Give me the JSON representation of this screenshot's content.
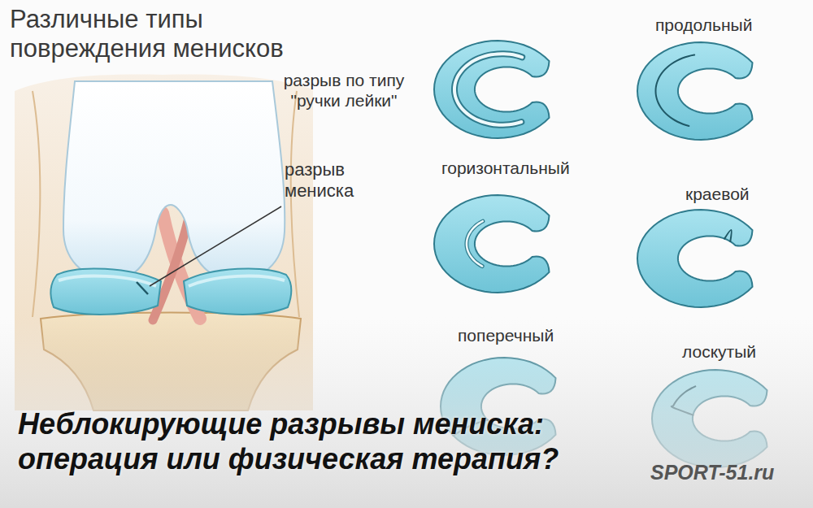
{
  "diagram": {
    "title": "Различные типы повреждения менисков",
    "caption": "Неблокирующие разрывы мениска: операция или физическая терапия?",
    "labels": [
      "разрыв по типу \"ручки лейки\"",
      "продольный",
      "разрыв мениска",
      "горизонтальный",
      "краевой",
      "поперечный",
      "лоскутый",
      "SPORT-51.ru"
    ]
  }
}
